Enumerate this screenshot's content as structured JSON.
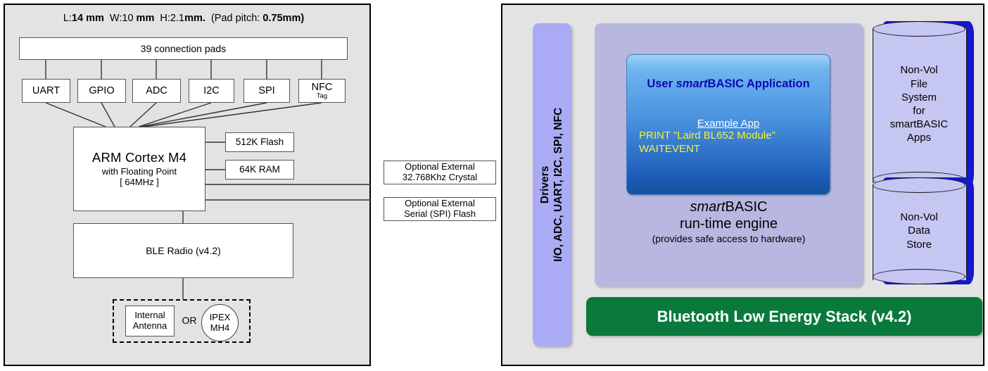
{
  "hardware_panel": {
    "header": {
      "length_label": "L:",
      "length_value": "14 mm",
      "width_label": "W:10",
      "width_unit": "mm",
      "height_label": "H:2.1",
      "height_unit": "mm.",
      "pad_pitch_label": "(Pad pitch:",
      "pad_pitch_value": "0.75mm)"
    },
    "pads_box": "39 connection pads",
    "peripherals": [
      {
        "label": "UART"
      },
      {
        "label": "GPIO"
      },
      {
        "label": "ADC"
      },
      {
        "label": "I2C"
      },
      {
        "label": "SPI"
      },
      {
        "label": "NFC",
        "sub": "Tag"
      }
    ],
    "cpu": {
      "title": "ARM Cortex M4",
      "line2": "with Floating Point",
      "line3": "[ 64MHz ]"
    },
    "memory": [
      {
        "label": "512K Flash"
      },
      {
        "label": "64K RAM"
      }
    ],
    "optional_external": [
      {
        "line1": "Optional External",
        "line2": "32.768Khz Crystal"
      },
      {
        "line1": "Optional External",
        "line2": "Serial (SPI) Flash"
      }
    ],
    "radio": "BLE Radio (v4.2)",
    "antenna": {
      "internal_line1": "Internal",
      "internal_line2": "Antenna",
      "or_label": "OR",
      "ipex_line1": "IPEX",
      "ipex_line2": "MH4"
    }
  },
  "software_panel": {
    "drivers": {
      "line1": "Drivers",
      "line2": "I/O, ADC, UART, I2C, SPI, NFC"
    },
    "application_box": {
      "title_prefix": "User ",
      "title_italic": "smart",
      "title_suffix": "BASIC Application",
      "example_heading": "Example App",
      "code_lines": [
        "PRINT \"Laird BL652 Module\"",
        "WAITEVENT"
      ]
    },
    "runtime": {
      "title_italic": "smart",
      "title_rest": "BASIC",
      "line2": "run-time engine",
      "line3": "(provides safe access to hardware)"
    },
    "ble_stack": "Bluetooth Low Energy Stack (v4.2)",
    "storage": [
      {
        "lines": [
          "Non-Vol",
          "File",
          "System",
          "for",
          "smartBASIC",
          "Apps"
        ]
      },
      {
        "lines": [
          "Non-Vol",
          "Data",
          "Store"
        ]
      }
    ]
  },
  "colors": {
    "panel_bg": "#e3e3e3",
    "drivers_purple": "#ABABF5",
    "runtime_purple": "#B7B7E0",
    "ble_green": "#0a7a3c",
    "app_blue_dark": "#16509f",
    "app_title_blue": "#0a0ab4",
    "code_yellow": "#f2f23a",
    "cylinder_fill": "#C6C6F2",
    "cylinder_shadow": "#1717CC"
  }
}
